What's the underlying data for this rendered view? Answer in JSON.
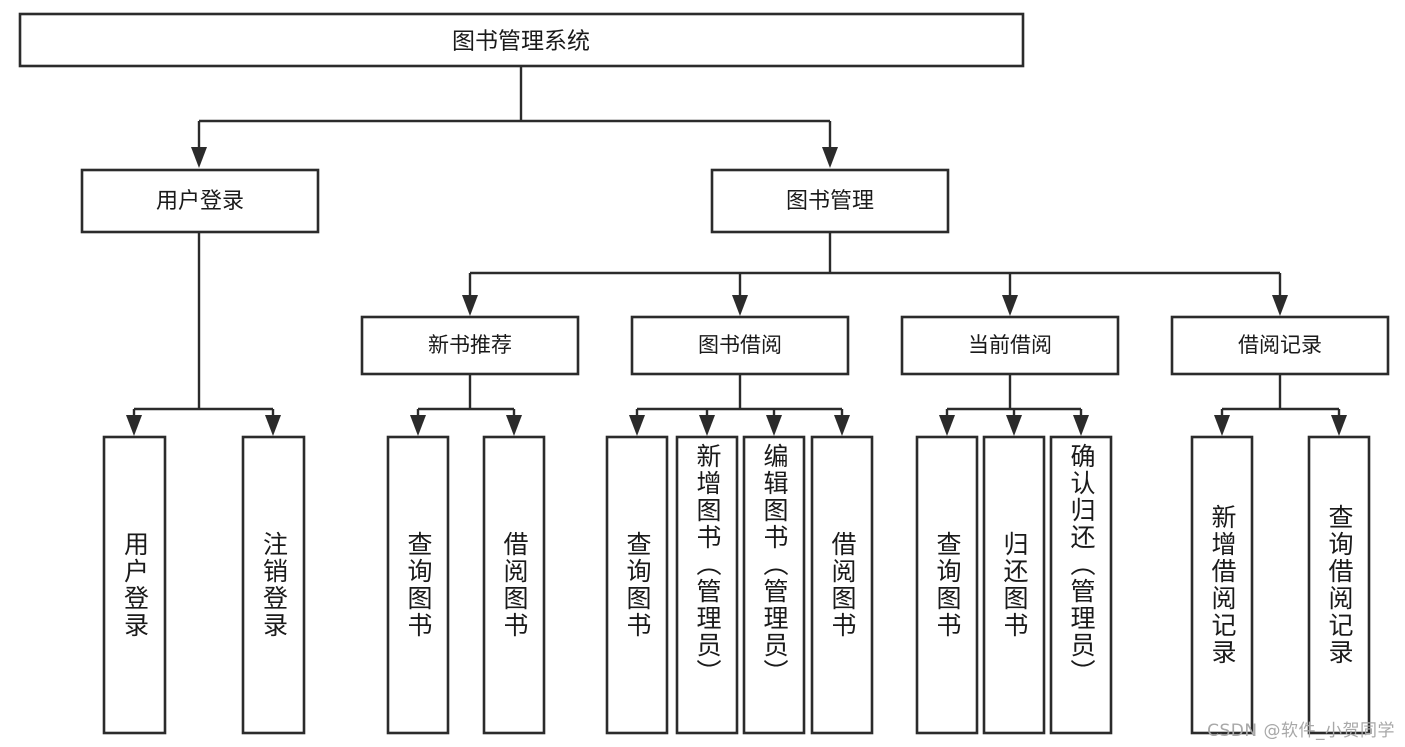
{
  "diagram": {
    "type": "tree-hierarchy",
    "title": "图书管理系统",
    "root": {
      "id": "root",
      "label": "图书管理系统",
      "level": 1
    },
    "level2": [
      {
        "id": "user-login",
        "label": "用户登录"
      },
      {
        "id": "book-manage",
        "label": "图书管理"
      }
    ],
    "level3": [
      {
        "id": "new-book-rec",
        "label": "新书推荐",
        "parent": "book-manage"
      },
      {
        "id": "book-borrow",
        "label": "图书借阅",
        "parent": "book-manage"
      },
      {
        "id": "current-borrow",
        "label": "当前借阅",
        "parent": "book-manage"
      },
      {
        "id": "borrow-record",
        "label": "借阅记录",
        "parent": "book-manage"
      }
    ],
    "leaves": [
      {
        "id": "leaf-user-login",
        "label": "用户登录",
        "parent": "user-login"
      },
      {
        "id": "leaf-logout",
        "label": "注销登录",
        "parent": "user-login"
      },
      {
        "id": "leaf-query-book-1",
        "label": "查询图书",
        "parent": "new-book-rec"
      },
      {
        "id": "leaf-borrow-book-1",
        "label": "借阅图书",
        "parent": "new-book-rec"
      },
      {
        "id": "leaf-query-book-2",
        "label": "查询图书",
        "parent": "book-borrow"
      },
      {
        "id": "leaf-add-book",
        "label": "新增图书（管理员）",
        "parent": "book-borrow"
      },
      {
        "id": "leaf-edit-book",
        "label": "编辑图书（管理员）",
        "parent": "book-borrow"
      },
      {
        "id": "leaf-borrow-book-2",
        "label": "借阅图书",
        "parent": "book-borrow"
      },
      {
        "id": "leaf-query-book-3",
        "label": "查询图书",
        "parent": "current-borrow"
      },
      {
        "id": "leaf-return-book",
        "label": "归还图书",
        "parent": "current-borrow"
      },
      {
        "id": "leaf-confirm-return",
        "label": "确认归还（管理员）",
        "parent": "current-borrow"
      },
      {
        "id": "leaf-add-record",
        "label": "新增借阅记录",
        "parent": "borrow-record"
      },
      {
        "id": "leaf-query-record",
        "label": "查询借阅记录",
        "parent": "borrow-record"
      }
    ],
    "watermark": "CSDN @软件_小贺同学",
    "colors": {
      "stroke": "#2b2b2b",
      "fill": "#ffffff",
      "text": "#1a1a1a",
      "watermark": "#a8a8a8",
      "background": "#ffffff"
    }
  }
}
